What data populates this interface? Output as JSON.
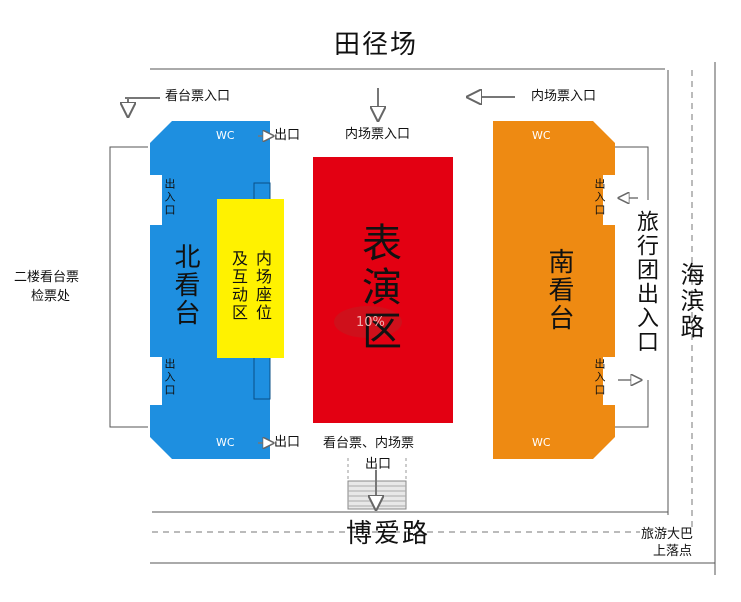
{
  "labels": {
    "stadium_title": "田径场",
    "road_bottom": "博爱路",
    "road_right": "海滨路",
    "stand_ticket_entrance": "看台票入口",
    "field_ticket_entrance_right": "内场票入口",
    "field_ticket_entrance_top": "内场票入口",
    "exit": "出口",
    "exit_in": "出入口",
    "wc": "WC",
    "north_stand": "北看台",
    "south_stand": "南看台",
    "performance_zone": "表演区",
    "watermark": "10%",
    "inner_seat_line1": "内场座位",
    "inner_seat_line2": "及互动区",
    "tour_group_exit": "旅行团出入口",
    "second_floor_check_line1": "二楼看台票",
    "second_floor_check_line2": "检票处",
    "bottom_gate_line1": "看台票、内场票",
    "bottom_gate_line2": "出口",
    "bus_stop_line1": "旅游大巴",
    "bus_stop_line2": "上落点"
  },
  "colors": {
    "north_stand": "#1e8fe0",
    "south_stand": "#ee8a12",
    "performance": "#e30012",
    "interactive": "#fff200",
    "line": "#555555",
    "road_line": "#777777"
  }
}
